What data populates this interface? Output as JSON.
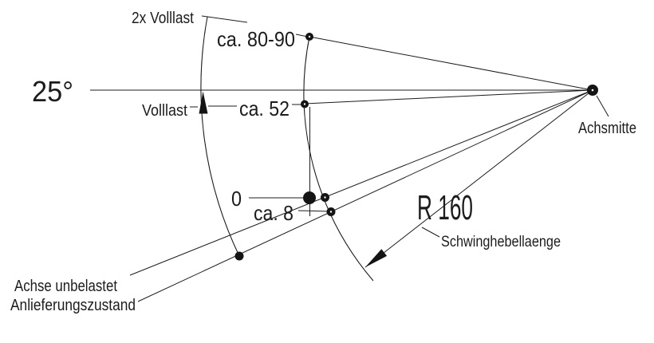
{
  "diagram": {
    "kind": "technical-drawing",
    "labels": {
      "angle": "25°",
      "two_x_volllast": "2x Volllast",
      "ca_80_90": "ca. 80-90",
      "volllast": "Volllast",
      "ca_52": "ca. 52",
      "zero": "0",
      "ca_8": "ca. 8",
      "radius": "R 160",
      "schwinghebellaenge": "Schwinghebellaenge",
      "achsmitte": "Achsmitte",
      "achse_unbelastet": "Achse unbelastet",
      "anlieferungszustand": "Anlieferungszustand"
    },
    "colors": {
      "stroke": "#1c1c1c",
      "background": "#ffffff"
    }
  }
}
